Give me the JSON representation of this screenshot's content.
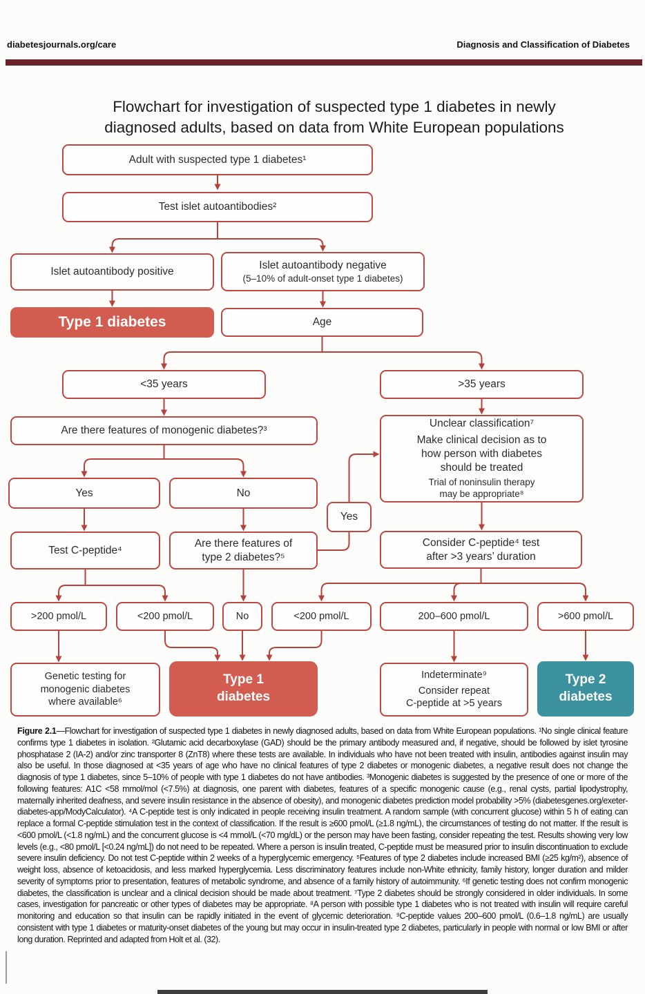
{
  "header": {
    "site": "diabetesjournals.org/care",
    "article": "Diagnosis and Classification of Diabetes"
  },
  "title": "Flowchart for investigation of suspected type 1 diabetes in newly\ndiagnosed adults, based on data from White European populations",
  "flow": {
    "adult": "Adult with suspected type 1 diabetes¹",
    "test_islet": "Test islet autoantibodies²",
    "ab_positive": "Islet autoantibody positive",
    "ab_negative": {
      "line1": "Islet autoantibody negative",
      "line2": "(5–10% of adult-onset type 1 diabetes)"
    },
    "type1_mid": "Type 1 diabetes",
    "age": "Age",
    "under35": "<35 years",
    "over35": ">35 years",
    "monogenic_q": "Are there features of monogenic diabetes?³",
    "unclear": {
      "line1": "Unclear classification⁷",
      "line2": "Make clinical decision as to\nhow person with diabetes\nshould be treated",
      "line3": "Trial of noninsulin therapy\nmay be appropriate⁸"
    },
    "yes_left": "Yes",
    "no_left": "No",
    "test_cpeptide": "Test C-peptide⁴",
    "type2_q": "Are there features of\ntype 2 diabetes?⁵",
    "yes_mid": "Yes",
    "consider_cpeptide": "Consider C-peptide⁴ test\nafter >3 years’ duration",
    "gt200": ">200 pmol/L",
    "lt200_left": "<200 pmol/L",
    "no_result": "No",
    "lt200_right": "<200 pmol/L",
    "mid_200_600": "200–600 pmol/L",
    "gt600": ">600 pmol/L",
    "genetic_testing": "Genetic testing for\nmonogenic diabetes\nwhere available⁶",
    "type1_final": "Type 1\ndiabetes",
    "indeterminate": {
      "line1": "Indeterminate⁹",
      "line2": "Consider repeat\nC-peptide at >5 years"
    },
    "type2_final": "Type 2\ndiabetes"
  },
  "caption": {
    "label": "Figure 2.1",
    "text": "—Flowchart for investigation of suspected type 1 diabetes in newly diagnosed adults, based on data from White European populations. ¹No single clinical feature confirms type 1 diabetes in isolation. ²Glutamic acid decarboxylase (GAD) should be the primary antibody measured and, if negative, should be followed by islet tyrosine phosphatase 2 (IA-2) and/or zinc transporter 8 (ZnT8) where these tests are available. In individuals who have not been treated with insulin, antibodies against insulin may also be useful. In those diagnosed at <35 years of age who have no clinical features of type 2 diabetes or monogenic diabetes, a negative result does not change the diagnosis of type 1 diabetes, since 5–10% of people with type 1 diabetes do not have antibodies. ³Monogenic diabetes is suggested by the presence of one or more of the following features: A1C <58 mmol/mol (<7.5%) at diagnosis, one parent with diabetes, features of a specific monogenic cause (e.g., renal cysts, partial lipodystrophy, maternally inherited deafness, and severe insulin resistance in the absence of obesity), and monogenic diabetes prediction model probability >5% (diabetesgenes.org/exeter-diabetes-app/ModyCalculator). ⁴A C-peptide test is only indicated in people receiving insulin treatment. A random sample (with concurrent glucose) within 5 h of eating can replace a formal C-peptide stimulation test in the context of classification. If the result is ≥600 pmol/L (≥1.8 ng/mL), the circumstances of testing do not matter. If the result is <600 pmol/L (<1.8 ng/mL) and the concurrent glucose is <4 mmol/L (<70 mg/dL) or the person may have been fasting, consider repeating the test. Results showing very low levels (e.g., <80 pmol/L [<0.24 ng/mL]) do not need to be repeated. Where a person is insulin treated, C-peptide must be measured prior to insulin discontinuation to exclude severe insulin deficiency. Do not test C-peptide within 2 weeks of a hyperglycemic emergency. ⁵Features of type 2 diabetes include increased BMI (≥25 kg/m²), absence of weight loss, absence of ketoacidosis, and less marked hyperglycemia. Less discriminatory features include non-White ethnicity, family history, longer duration and milder severity of symptoms prior to presentation, features of metabolic syndrome, and absence of a family history of autoimmunity. ⁶If genetic testing does not confirm monogenic diabetes, the classification is unclear and a clinical decision should be made about treatment. ⁷Type 2 diabetes should be strongly considered in older individuals. In some cases, investigation for pancreatic or other types of diabetes may be appropriate. ⁸A person with possible type 1 diabetes who is not treated with insulin will require careful monitoring and education so that insulin can be rapidly initiated in the event of glycemic deterioration. ⁹C-peptide values 200–600 pmol/L (0.6–1.8 ng/mL) are usually consistent with type 1 diabetes or maturity-onset diabetes of the young but may occur in insulin-treated type 2 diabetes, particularly in people with normal or low BMI or after long duration. Reprinted and adapted from Holt et al. (32)."
  },
  "colors": {
    "connector_red": "#b5423b",
    "box_border_red": "#bf4740",
    "type1_fill_red": "#d25c50",
    "type2_fill_teal": "#3b929e",
    "header_bar_maroon": "#6b222b"
  }
}
